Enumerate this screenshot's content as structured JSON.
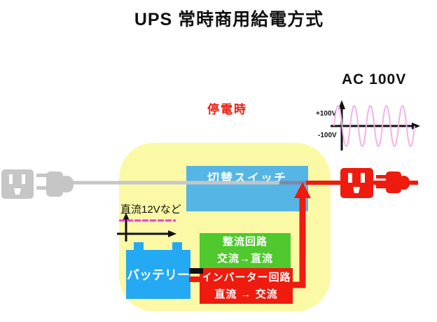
{
  "title": "UPS 常時商用給電方式",
  "status_label": "停電時",
  "ac_waveform": {
    "title": "AC 100V",
    "pos_label": "+100V",
    "neg_label": "-100V",
    "shape": "sine"
  },
  "dc_waveform": {
    "label": "直流12Vなど",
    "shape": "constant"
  },
  "ups": {
    "switch_label": "切替スイッチ",
    "rectifier": {
      "line1": "整流回路",
      "line2": "交流→直流"
    },
    "inverter": {
      "line1": "インバーター回路",
      "line2": "直流 → 交流"
    },
    "battery_label": "バッテリー"
  },
  "colors": {
    "ups_body": "#fbf9a6",
    "switch_box": "#55b6e6",
    "battery": "#25a9f3",
    "rectifier": "#4fc92e",
    "red_accent": "#ee1b0e",
    "gray_cable": "#c6c6c6",
    "switch_contact": "#7e87aa",
    "sine_pink": "#f2b3e8",
    "dc_magenta": "#ee3ecb"
  }
}
